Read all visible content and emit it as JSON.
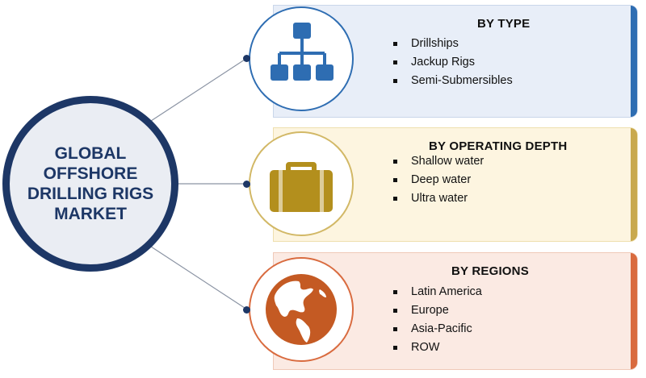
{
  "center": {
    "title": "GLOBAL OFFSHORE DRILLING RIGS MARKET"
  },
  "segments": [
    {
      "title": "BY TYPE",
      "items": [
        "Drillships",
        "Jackup Rigs",
        "Semi-Submersibles"
      ],
      "icon": "hierarchy-icon",
      "colors": {
        "panel": "#e8eef8",
        "accent": "#2e6db2",
        "ring": "#2e6db2"
      }
    },
    {
      "title": "BY OPERATING DEPTH",
      "items": [
        "Shallow water",
        "Deep water",
        "Ultra water"
      ],
      "icon": "briefcase-icon",
      "colors": {
        "panel": "#fdf5e0",
        "accent": "#c9a94e",
        "ring": "#d2b866"
      }
    },
    {
      "title": "BY REGIONS",
      "items": [
        "Latin America",
        "Europe",
        "Asia-Pacific",
        "ROW"
      ],
      "icon": "globe-icon",
      "colors": {
        "panel": "#fbeae3",
        "accent": "#d96b3f",
        "ring": "#d96b3f"
      }
    }
  ],
  "colors": {
    "center_ring": "#1d3766",
    "center_fill": "#eaedf3",
    "connector": "#8a93a3"
  }
}
